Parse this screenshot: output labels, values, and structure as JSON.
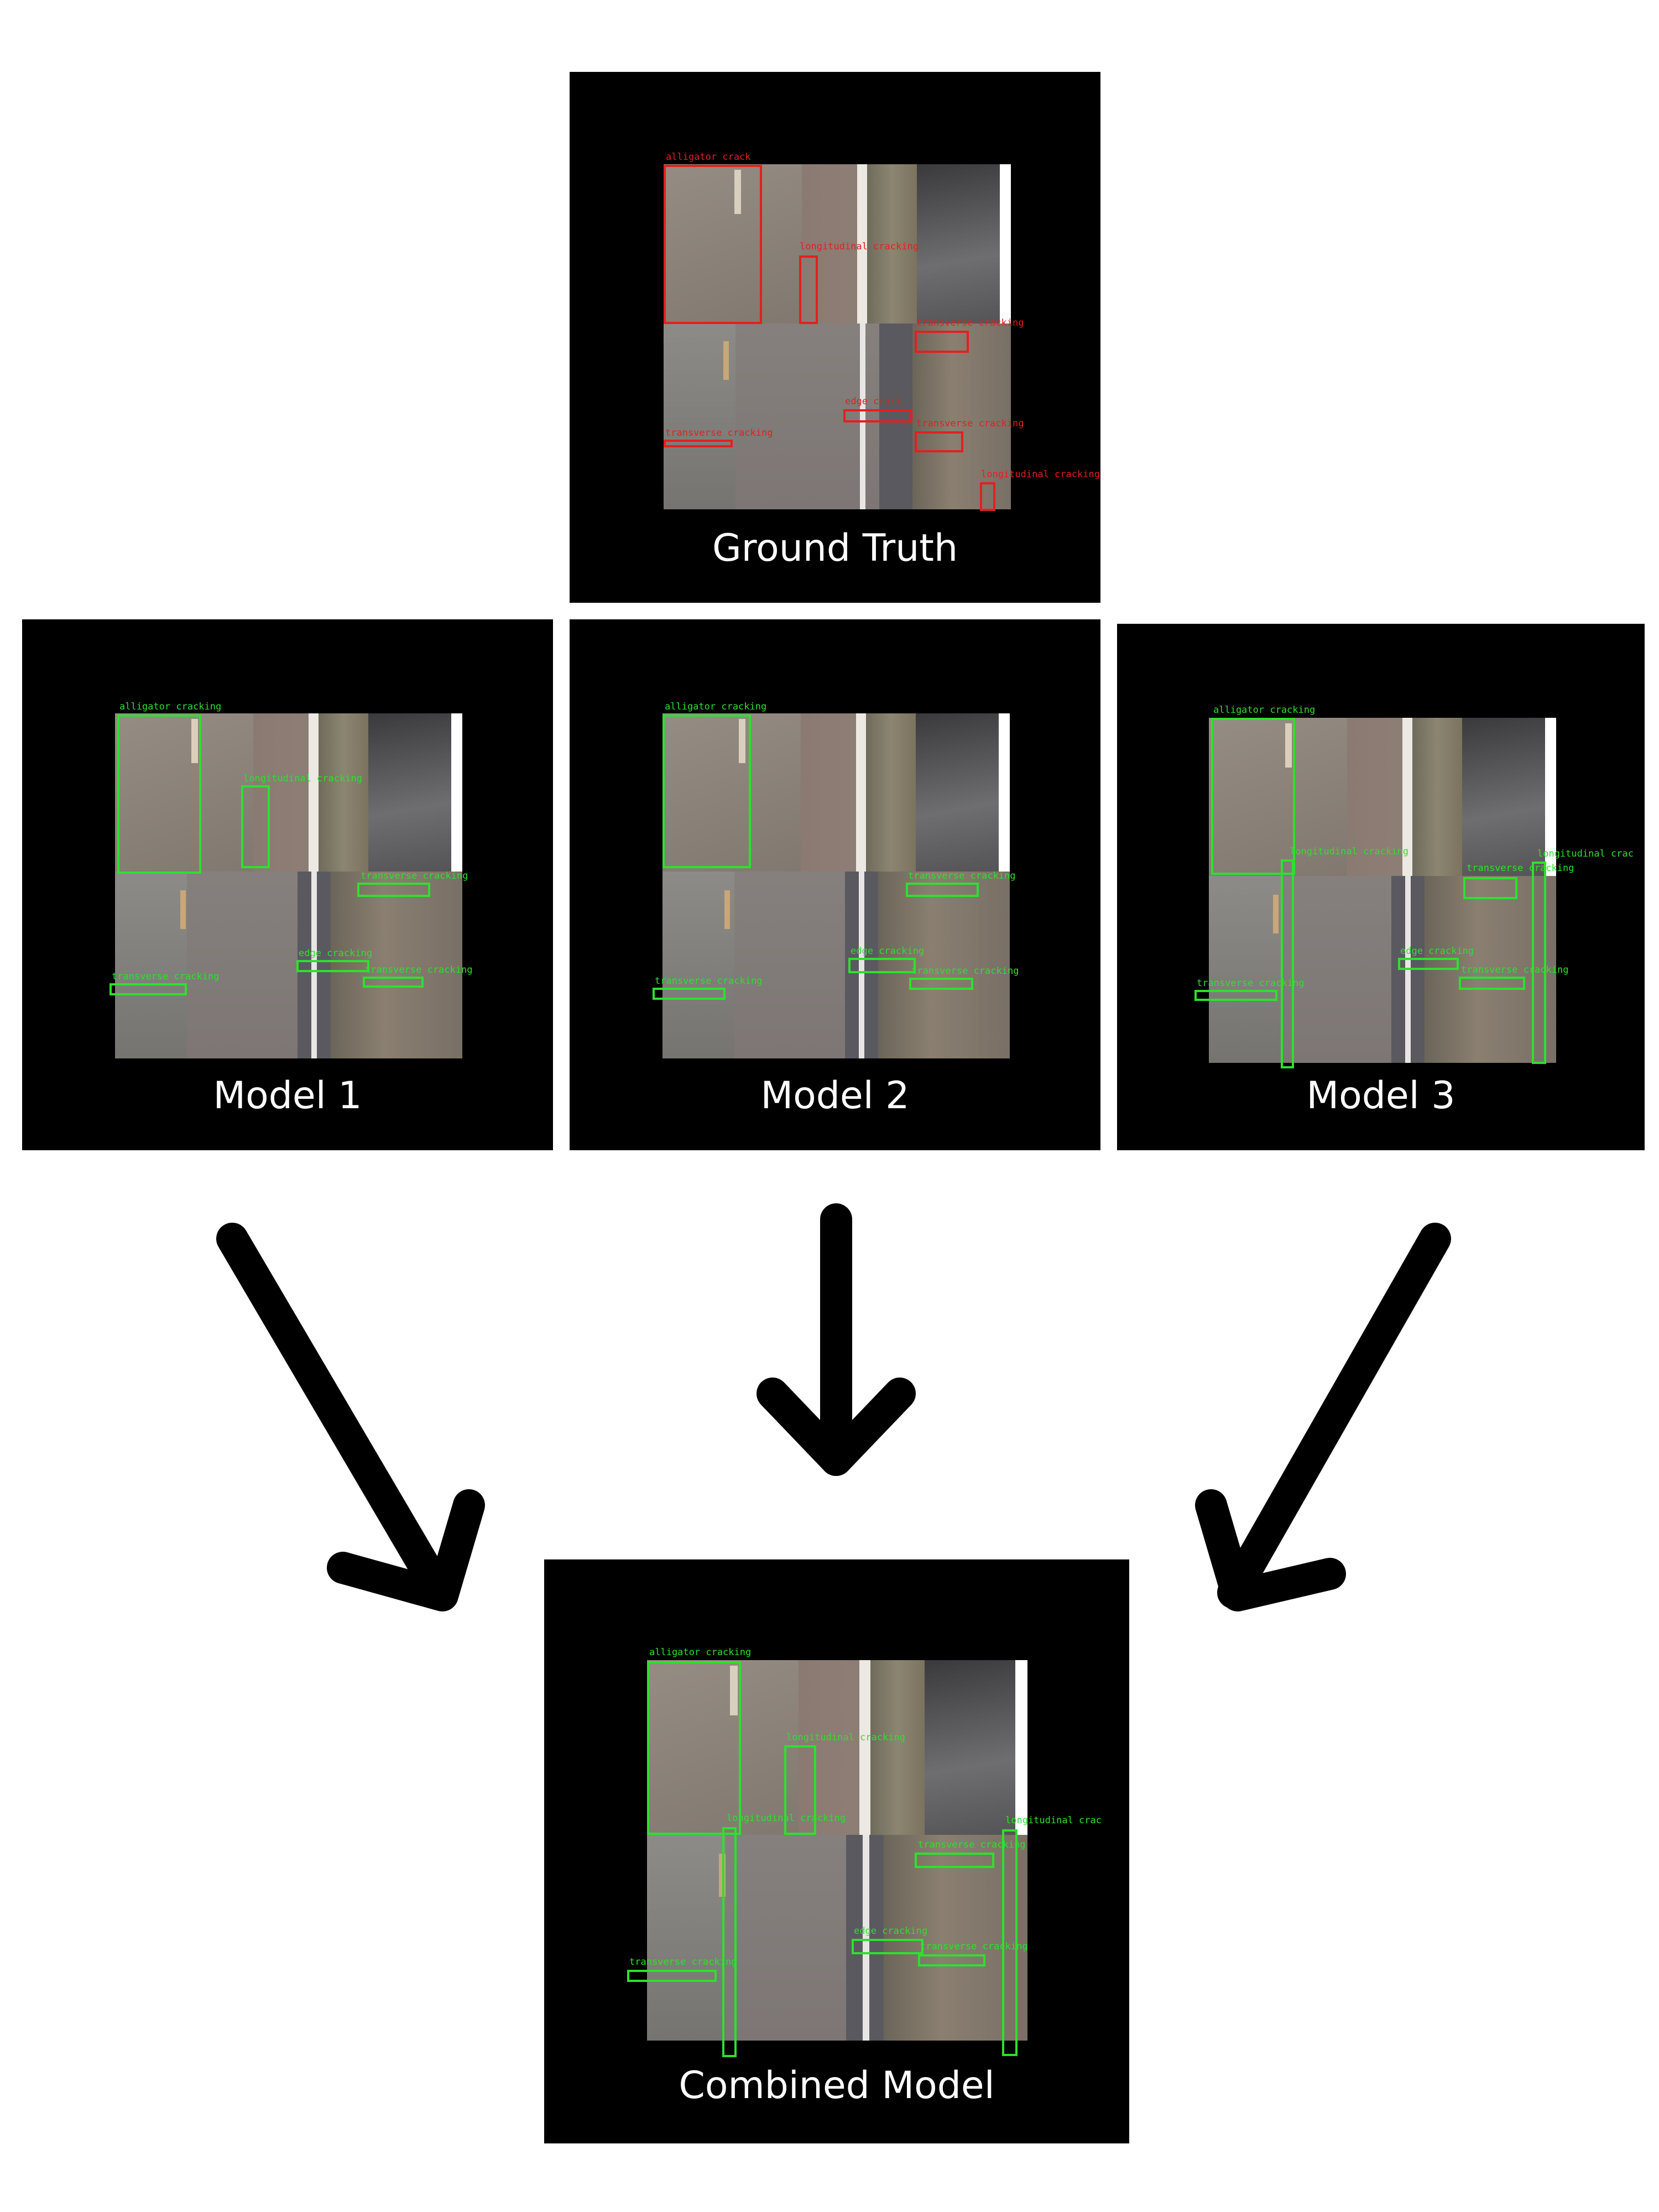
{
  "panels": {
    "ground_truth": {
      "caption": "Ground Truth",
      "labels": {
        "alligator": "alligator crack",
        "longitudinal_top": "longitudinal cracking",
        "transverse_right_top": "transverse cracking",
        "edge": "edge crack",
        "transverse_left": "transverse cracking",
        "transverse_right_mid": "transverse cracking",
        "longitudinal_bottom": "longitudinal cracking"
      }
    },
    "model1": {
      "caption": "Model 1",
      "labels": {
        "alligator": "alligator cracking",
        "longitudinal_top": "longitudinal cracking",
        "transverse_right_top": "transverse cracking",
        "edge": "edge cracking",
        "transverse_left": "transverse cracking",
        "transverse_right_mid": "transverse cracking"
      }
    },
    "model2": {
      "caption": "Model 2",
      "labels": {
        "alligator": "alligator cracking",
        "transverse_right_top": "transverse cracking",
        "edge": "edge cracking",
        "transverse_left": "transverse cracking",
        "transverse_right_mid": "transverse cracking"
      }
    },
    "model3": {
      "caption": "Model 3",
      "labels": {
        "alligator": "alligator cracking",
        "longitudinal_mid": "longitudinal cracking",
        "longitudinal_right": "longitudinal crac",
        "transverse_right_top": "transverse cracking",
        "edge": "edge cracking",
        "transverse_left": "transverse cracking",
        "transverse_right_mid": "transverse cracking"
      }
    },
    "combined": {
      "caption": "Combined Model",
      "labels": {
        "alligator": "alligator cracking",
        "longitudinal_top": "longitudinal cracking",
        "longitudinal_mid": "longitudinal cracking",
        "longitudinal_right": "longitudinal crac",
        "transverse_right_top": "transverse cracking",
        "edge": "edge cracking",
        "transverse_left": "transverse cracking",
        "transverse_right_mid": "transverse cracking"
      }
    }
  },
  "colors": {
    "panel_background": "#000000",
    "ground_truth_box": "#e41f1f",
    "prediction_box": "#2ee02e",
    "caption_text": "#ffffff",
    "arrow": "#000000"
  },
  "icons": {
    "arrows": [
      "arrow-down-right-icon",
      "arrow-down-icon",
      "arrow-down-left-icon"
    ]
  }
}
